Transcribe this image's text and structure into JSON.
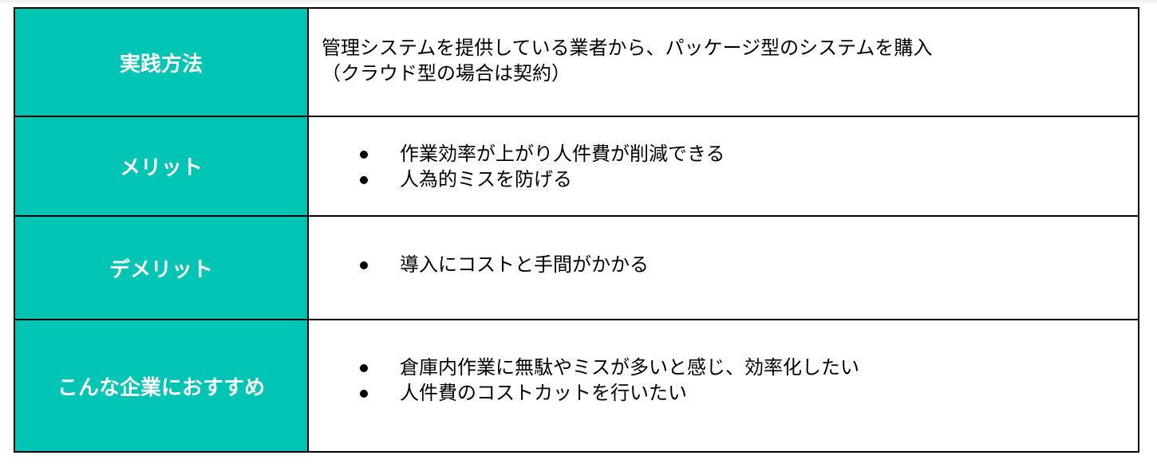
{
  "table": {
    "header_color": "#00c4b4",
    "rows": [
      {
        "label": "実践方法",
        "type": "text",
        "lines": [
          "管理システムを提供している業者から、パッケージ型のシステムを購入",
          "（クラウド型の場合は契約）"
        ]
      },
      {
        "label": "メリット",
        "type": "bullets",
        "items": [
          "作業効率が上がり人件費が削減できる",
          "人為的ミスを防げる"
        ]
      },
      {
        "label": "デメリット",
        "type": "bullets",
        "items": [
          "導入にコストと手間がかかる"
        ]
      },
      {
        "label": "こんな企業におすすめ",
        "type": "bullets",
        "items": [
          "倉庫内作業に無駄やミスが多いと感じ、効率化したい",
          "人件費のコストカットを行いたい"
        ]
      }
    ]
  }
}
